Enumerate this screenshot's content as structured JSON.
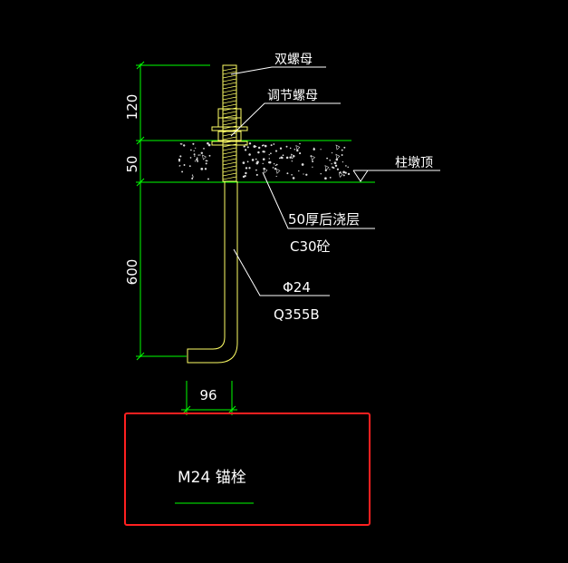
{
  "labels": {
    "double_nut": "双螺母",
    "adjust_nut": "调节螺母",
    "pier_top": "柱墩顶",
    "grout_layer": "50厚后浇层",
    "grout_grade": "C30砼",
    "rod_dia": "Φ24",
    "steel_grade": "Q355B",
    "title": "M24 锚栓"
  },
  "dimensions": {
    "top_len": "120",
    "grout_thk": "50",
    "embed_len": "600",
    "hook_len": "96"
  },
  "colors": {
    "background": "#000000",
    "dimension": "#00ff00",
    "bolt": "#ffff66",
    "leader": "#ffffff",
    "frame": "#ff2020",
    "grout_dots": "#dddddd"
  }
}
